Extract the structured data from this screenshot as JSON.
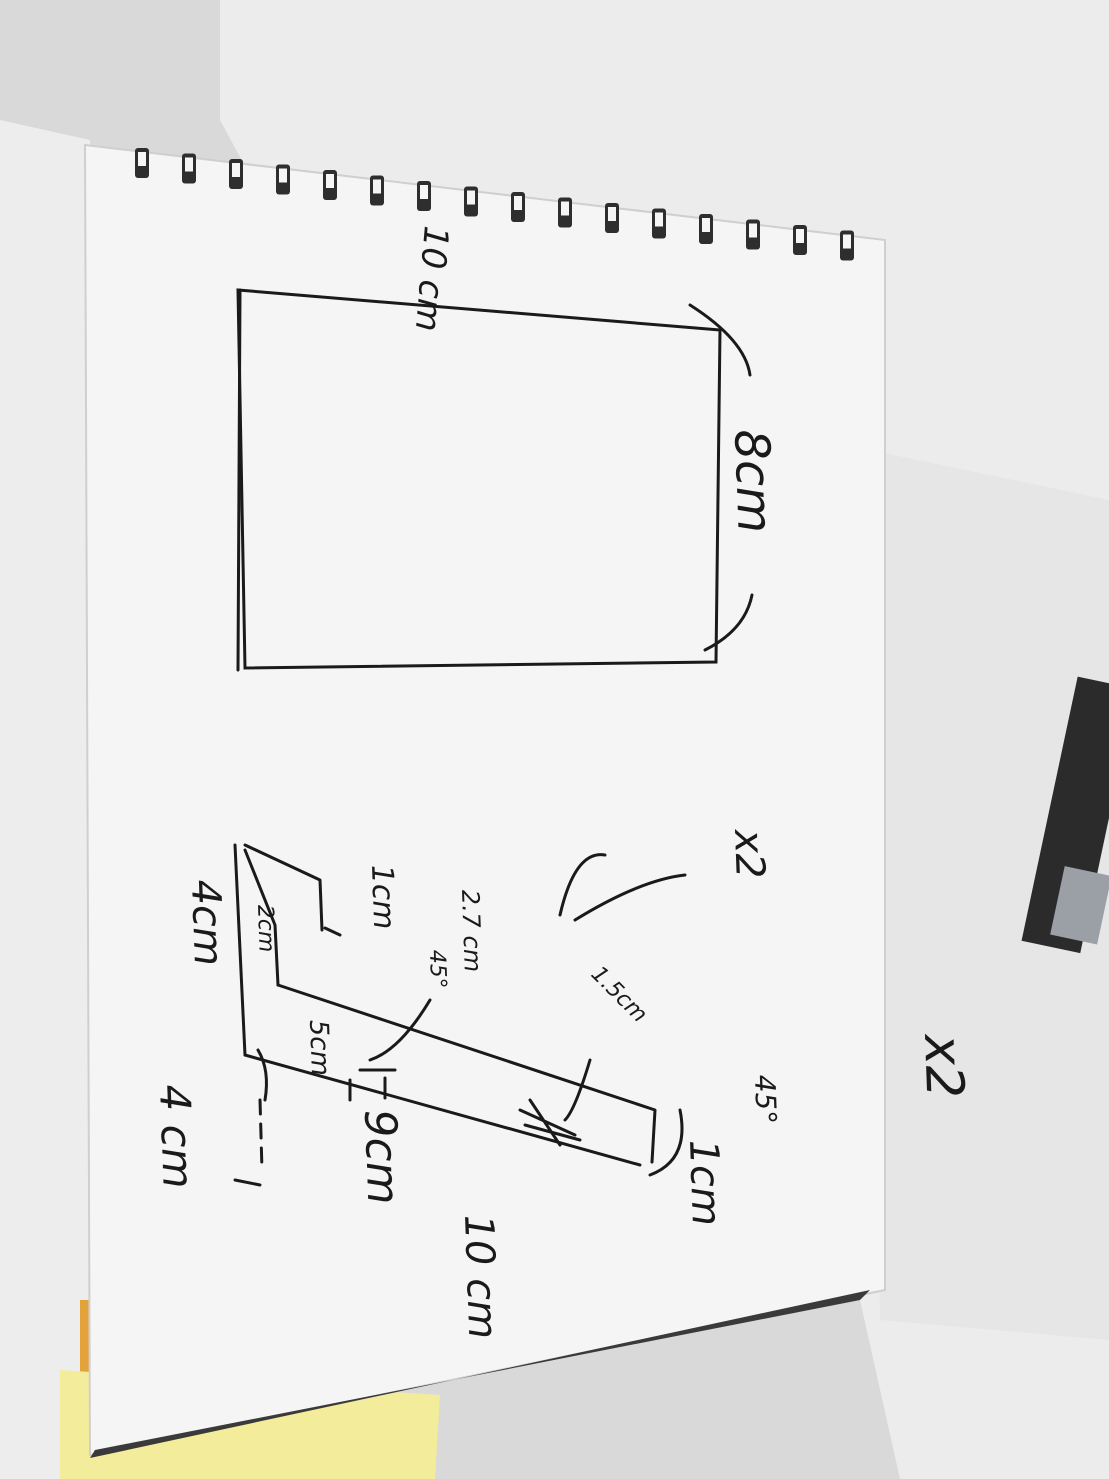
{
  "photo": {
    "subject": "hand-drawn sketch in a spiral sketchbook",
    "colors": {
      "table": "#d9d9d9",
      "paper": "#f4f4f4",
      "ink": "#1a1a1a",
      "sticky_note": "#f3ec9a",
      "notebook_edge": "#e3a33a"
    }
  },
  "annotations": {
    "top_edge": "10 cm",
    "rect_side": "8cm",
    "count": "x2",
    "top_cm": "1cm",
    "angle_a": "2.7 cm",
    "angle_b": "45°",
    "side_1cm": "1cm",
    "base_2cm": "2cm",
    "base_4cm": "4cm",
    "angle_label": "45°",
    "edge_1cm": "1cm",
    "edge_10cm": "10 cm",
    "mid_9cm": "9cm",
    "bottom_4cm": "4 cm",
    "note_5": "5cm",
    "hatch": "1.5cm",
    "margin_x2": "x2"
  }
}
